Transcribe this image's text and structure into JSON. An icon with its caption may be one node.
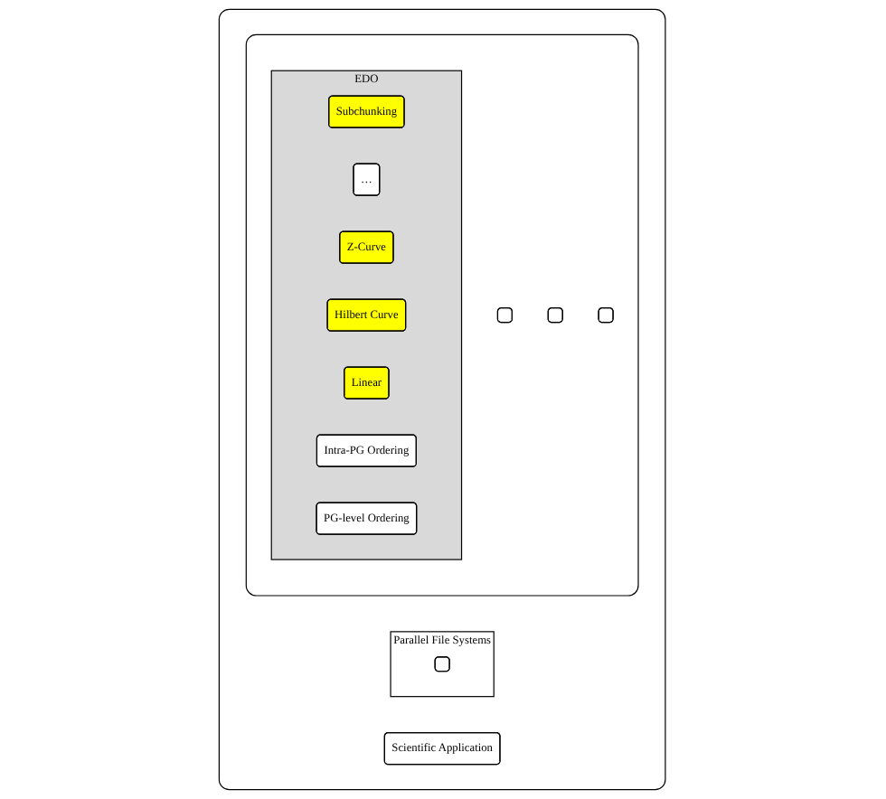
{
  "diagram": {
    "nodes": [
      {
        "text": [],
        "shape": "box"
      },
      {
        "text": [
          "Scientific Application"
        ],
        "in": 0
      },
      {
        "text": [],
        "shape": "box",
        "in": 0
      },
      {
        "text": [],
        "shape": "box",
        "in": 2
      },
      {
        "text": [],
        "shape": "box",
        "in": 2
      },
      {
        "text": [],
        "shape": "box",
        "in": 2
      },
      {
        "text": [
          "EDO"
        ],
        "in": 2
      },
      {
        "text": [
          "PG-level Ordering"
        ],
        "in": 6
      },
      {
        "text": [
          "Intra-PG Ordering"
        ],
        "in": 6
      },
      {
        "text": [
          "Linear"
        ],
        "in": 6
      },
      {
        "text": [
          "Hilbert Curve"
        ],
        "in": 6
      },
      {
        "text": [
          "Z-Curve"
        ],
        "in": 6
      },
      {
        "text": [
          "…"
        ],
        "in": 6
      },
      {
        "text": [
          "Subchunking"
        ],
        "in": 6
      },
      {
        "text": [
          "Parallel File Systems"
        ],
        "in": 0
      },
      {
        "text": [],
        "shape": "box",
        "in": 14
      }
    ]
  }
}
